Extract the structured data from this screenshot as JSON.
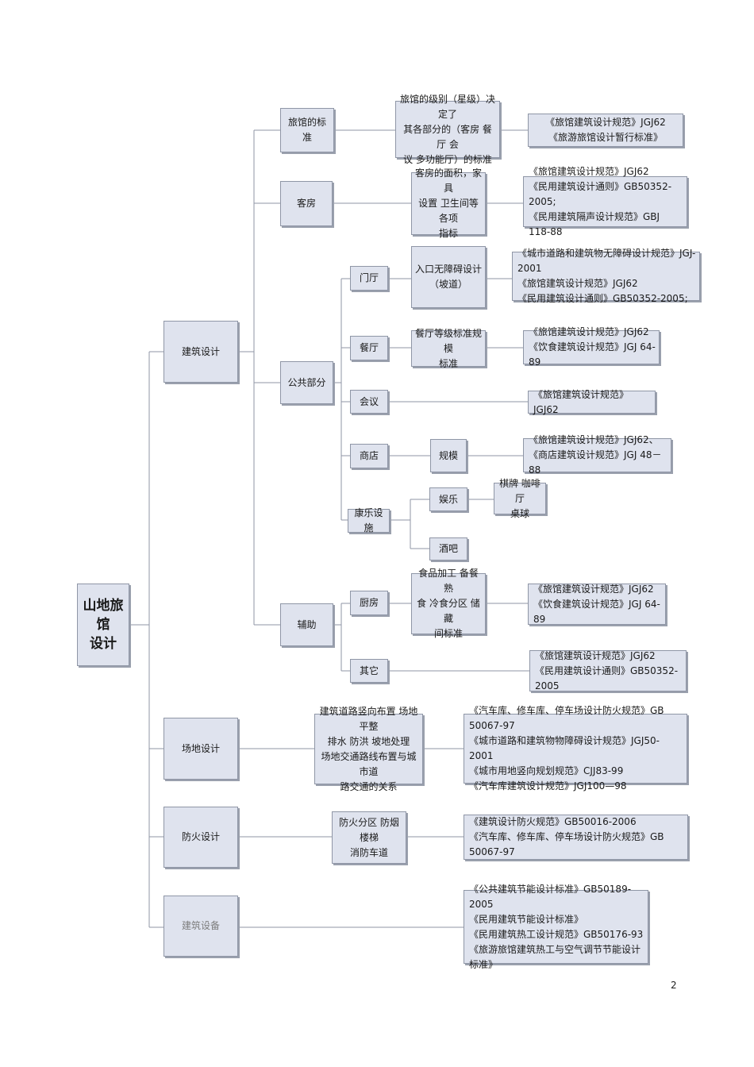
{
  "nodes": {
    "root": "山地旅馆\n设计",
    "jzsj": "建筑设计",
    "cdsj": "场地设计",
    "fhsj": "防火设计",
    "jzsb": "建筑设备",
    "lgbz": "旅馆的标准",
    "kf": "客房",
    "ggbf": "公共部分",
    "fz": "辅助",
    "lgbz_desc": "旅馆的级别（星级）决定了\n其各部分的（客房 餐厅 会\n议 多功能厅）的标准",
    "lgbz_ref": "《旅馆建筑设计规范》JGJ62\n《旅游旅馆设计暂行标准》",
    "kf_desc": "客房的面积，家具\n设置 卫生间等各项\n指标",
    "kf_ref": "《旅馆建筑设计规范》JGJ62\n《民用建筑设计通则》GB50352-2005;\n《民用建筑隔声设计规范》GBJ 118-88",
    "mt": "门厅",
    "ct": "餐厅",
    "hy": "会议",
    "sd": "商店",
    "klss": "康乐设施",
    "mt_desc": "入口无障碍设计\n（坡道）",
    "mt_ref": "《城市道路和建筑物无障碍设计规范》JGJ-2001\n《旅馆建筑设计规范》JGJ62\n《民用建筑设计通则》GB50352-2005;",
    "ct_desc": "餐厅等级标准规模\n标准",
    "ct_ref": "《旅馆建筑设计规范》JGJ62\n《饮食建筑设计规范》JGJ 64-89",
    "hy_ref": "《旅馆建筑设计规范》JGJ62",
    "sd_gm": "规模",
    "sd_ref": "《旅馆建筑设计规范》JGJ62、\n《商店建筑设计规范》JGJ 48－88",
    "yl": "娱乐",
    "jb": "酒吧",
    "yl_desc": "棋牌 咖啡厅\n桌球",
    "cf": "厨房",
    "qt": "其它",
    "cf_desc": "食品加工 备餐 熟\n食 冷食分区 储藏\n间标准",
    "cf_ref": "《旅馆建筑设计规范》JGJ62\n《饮食建筑设计规范》JGJ 64-89",
    "qt_ref": "《旅馆建筑设计规范》JGJ62\n《民用建筑设计通则》GB50352-2005",
    "cd_desc": "建筑道路竖向布置 场地平整\n排水 防洪 坡地处理\n场地交通路线布置与城市道\n路交通的关系",
    "cd_ref": "《汽车库、修车库、停车场设计防火规范》GB 50067-97\n《城市道路和建筑物物障碍设计规范》JGJ50-2001\n《城市用地竖向规划规范》CJJ83-99\n《汽车库建筑设计规范》JGJ100—98",
    "fh_desc": "防火分区 防烟楼梯\n消防车道",
    "fh_ref": "《建筑设计防火规范》GB50016-2006\n《汽车库、修车库、停车场设计防火规范》GB 50067-97",
    "sb_ref": "《公共建筑节能设计标准》GB50189-2005\n《民用建筑节能设计标准》\n《民用建筑热工设计规范》GB50176-93\n《旅游旅馆建筑热工与空气调节节能设计标准》"
  },
  "page_number": "2"
}
